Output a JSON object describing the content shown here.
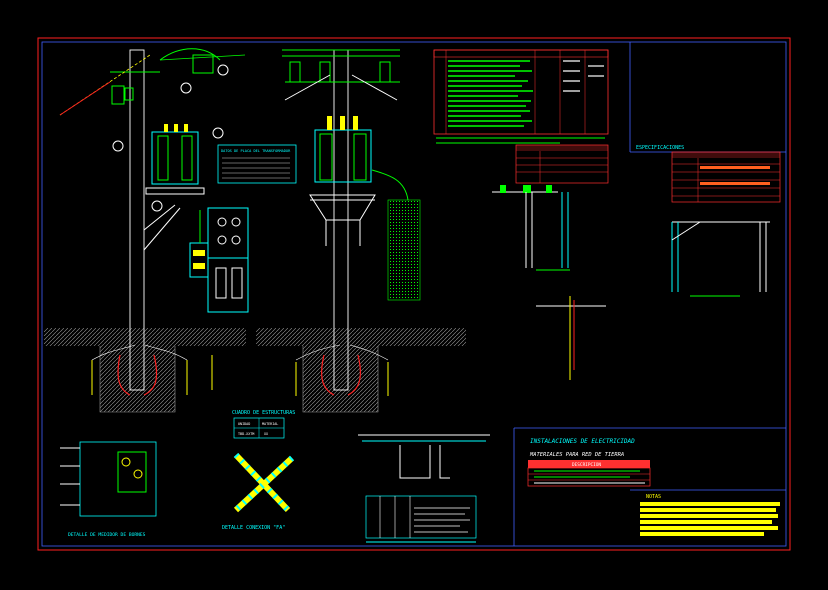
{
  "drawing": {
    "title": "INSTALACIONES DE ELECTRICIDAD",
    "subtitle": "MATERIALES PARA RED DE TIERRA",
    "table_header": "DESCRIPCION",
    "transformer_sheet_title": "DATOS DE PLACA DEL TRANSFORMADOR",
    "box_title": "CUADRO DE ESTRUCTURAS",
    "box_col1": "UNIDAD",
    "box_col2": "MATERIAL",
    "box_val1": "TBD-XXTM",
    "box_val2": "XX",
    "conn_caption": "DETALLE CONEXION \"FA\"",
    "meter_caption": "DETALLE DE MEDIDOR DE BORNES",
    "notes_title": "NOTAS",
    "side_label": "ESPECIFICACIONES",
    "materials_title": "DESCRIPCION"
  },
  "colors": {
    "frame": "#ff2020",
    "pole": "#ffffff",
    "ground": "#b0b0b0",
    "wire": "#00ffff",
    "table": "#ff3030",
    "text": "#00ff00",
    "accent": "#ffff00",
    "blue": "#4060ff",
    "magenta": "#ff40ff"
  }
}
